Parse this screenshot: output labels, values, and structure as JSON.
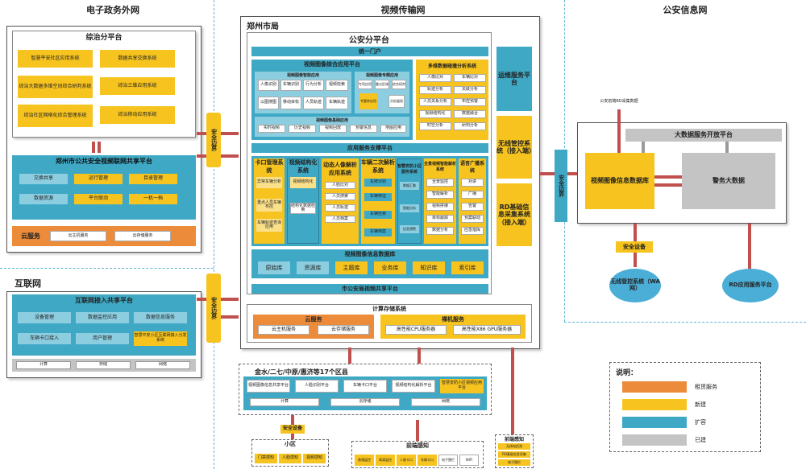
{
  "zones": {
    "egov": "电子政务外网",
    "video": "视频传输网",
    "police": "公安信息网",
    "internet": "互联网"
  },
  "egov": {
    "platform_title": "综治分平台",
    "apps": [
      "智慧平安社区应用系统",
      "数据共享交换系统",
      "综治大数据多维空间综合研判系统",
      "综治三维应用系统",
      "综治社区网格化综合管理系统",
      "综治移动应用系统"
    ],
    "share_title": "郑州市公共安全视频联网共享平台",
    "share_items": [
      "交换共享",
      "运行管理",
      "目录管理",
      "数据资源",
      "平台联动",
      "一机一档"
    ],
    "cloud_title": "云服务",
    "cloud_items": [
      "云主机服务",
      "云存储服务"
    ]
  },
  "internet": {
    "title": "互联网",
    "platform_title": "互联网接入共享平台",
    "items": [
      "设备管理",
      "数据监控应用",
      "数据信息服务",
      "车辆卡口接入",
      "用户管理",
      "智慧平安小区互联网接入分发系统"
    ],
    "bottom": [
      "计算",
      "存储",
      "网络"
    ]
  },
  "bounds": {
    "egov": "安全边界",
    "internet": "安全边界",
    "police": "安全边界"
  },
  "center": {
    "title": "郑州市局",
    "sub_title": "公安分平台",
    "portal": "统一门户",
    "video_app_title": "视频图像综合应用平台",
    "video_app_groups": [
      "视频图像智能应用",
      "视频图像专题应用"
    ],
    "video_app_sub": [
      "视频图像基础应用"
    ],
    "group1_items": [
      "人像识别",
      "车辆识别",
      "行为分析",
      "视频检索",
      "以图搜图",
      "移动目标",
      "人员轨迹",
      "车辆轨迹"
    ],
    "group2_items": [
      "专项应用",
      "重点区域",
      "综合研判",
      "专题库应用",
      "分析展现"
    ],
    "base_items": [
      "实时视频",
      "历史视频",
      "视频回放",
      "预警信息",
      "地图应用"
    ],
    "multi_title": "多维数据碰撞分析系统",
    "multi_items": [
      "人像比对",
      "车辆比对",
      "轨迹分析",
      "关联分析",
      "人员关系分析",
      "布控预警",
      "视频结构化",
      "数据融合",
      "时空分析",
      "研判分析"
    ],
    "ops": "运维服务平台",
    "wireless": "无线管控系统（接入端）",
    "rd": "RD基础信息采集系统（接入端）",
    "support": "应用服务支撑平台",
    "systems": [
      {
        "title": "卡口管理系统",
        "items": [
          "异常车辆分析",
          "重点人员车辆布控",
          "车辆轨迹查询应用"
        ]
      },
      {
        "title": "视频结构化系统",
        "items": [
          "视频结构化",
          "结构化数据检索"
        ]
      },
      {
        "title": "动态人像解析应用系统",
        "items": [
          "人脸比对",
          "人员搜索",
          "人员轨迹",
          "人员档案"
        ]
      },
      {
        "title": "车辆二次解析系统",
        "items": [
          "车牌识别",
          "车辆特征",
          "车辆检索",
          "车辆档案"
        ]
      },
      {
        "title": "智慧安防小区服务系统",
        "items": [
          "数据汇聚",
          "智能分析",
          "信息预警"
        ]
      },
      {
        "title": "全景视频智能解析系统",
        "items": [
          "全景监控",
          "智能解析",
          "视频拼接",
          "目标跟踪",
          "数据分析"
        ]
      },
      {
        "title": "语音广播系统",
        "items": [
          "对讲",
          "广播",
          "告警",
          "预案联动",
          "应急指挥"
        ]
      }
    ],
    "db_title": "视频图像信息数据库",
    "db_items": [
      "原始库",
      "资源库",
      "主题库",
      "业务库",
      "知识库",
      "索引库"
    ],
    "share_platform": "市公安局视频共享平台",
    "compute_title": "计算存储系统",
    "cloud_title": "云服务",
    "cloud_items": [
      "云主机服务",
      "云存储服务"
    ],
    "bare_title": "裸机服务",
    "bare_items": [
      "高性能CPU服务器",
      "高性能X86 GPU服务器"
    ]
  },
  "district": {
    "title": "金水/二七/中原/惠济等17个区县",
    "items": [
      "视频图像信息共享平台",
      "人脸识别平台",
      "车辆卡口平台",
      "视频结构化解析平台",
      "智慧安防小区视频应用平台"
    ],
    "bottom": [
      "计算",
      "云存储",
      "网络"
    ]
  },
  "front": {
    "security_device": "安全设备",
    "community": "小区",
    "community_items": [
      "门禁感知",
      "人脸感知",
      "视频感知"
    ],
    "sense_title": "前端感知",
    "sense_items": [
      "普通监控",
      "高清监控",
      "人像卡口",
      "车辆卡口",
      "电子围栏",
      "WIFI"
    ],
    "sense2_title": "前端感知",
    "sense2_items": [
      "无线电侦测",
      "RD基础信息采集",
      "电子围栏"
    ]
  },
  "police": {
    "label_top": "公安前端RD采集数据",
    "open_platform": "大数据服务开放平台",
    "video_db": "视频图像信息数据库",
    "police_big_data": "警务大数据",
    "security_device": "安全设备",
    "wireless_cloud": "无线管控系统（WA网）",
    "rd_cloud": "RD应用服务平台"
  },
  "legend": {
    "title": "说明：",
    "items": [
      {
        "label": "租赁服务",
        "color": "#ec8b3a"
      },
      {
        "label": "新建",
        "color": "#f6c31f"
      },
      {
        "label": "扩容",
        "color": "#3fa9c5"
      },
      {
        "label": "已建",
        "color": "#c4c4c4"
      }
    ]
  }
}
